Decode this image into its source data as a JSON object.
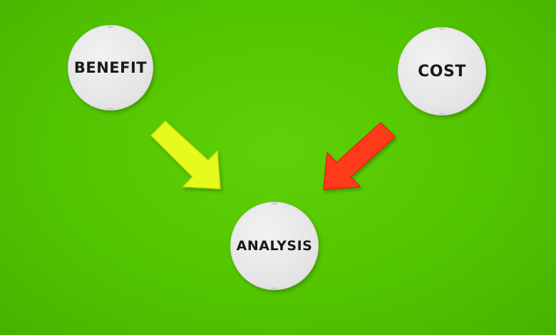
{
  "discs": {
    "benefit": {
      "label": "BENEFIT"
    },
    "cost": {
      "label": "COST"
    },
    "analysis": {
      "label": "ANALYSIS"
    }
  },
  "colors": {
    "background": "#52c300",
    "disc": "#e6e6e6",
    "text": "#1a1a1a",
    "arrow_left": "#e8fb1e",
    "arrow_right": "#ff3b1a"
  },
  "icons": {
    "arrow_left": "arrow-down-right-icon",
    "arrow_right": "arrow-down-left-icon"
  }
}
